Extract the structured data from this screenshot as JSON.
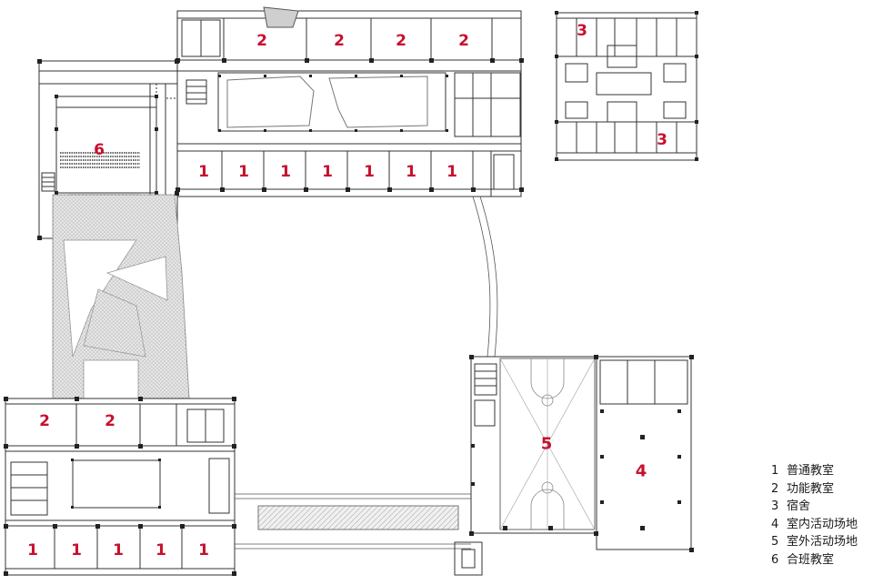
{
  "labels": {
    "l01": "2",
    "l02": "2",
    "l03": "2",
    "l04": "2",
    "l05": "1",
    "l06": "1",
    "l07": "1",
    "l08": "1",
    "l09": "1",
    "l10": "1",
    "l11": "1",
    "l12": "6",
    "l13": "3",
    "l14": "3",
    "l15": "2",
    "l16": "2",
    "l17": "5",
    "l18": "4",
    "l19": "1",
    "l20": "1",
    "l21": "1",
    "l22": "1",
    "l23": "1"
  },
  "legend": [
    {
      "key": "1",
      "text": "普通教室"
    },
    {
      "key": "2",
      "text": "功能教室"
    },
    {
      "key": "3",
      "text": "宿舍"
    },
    {
      "key": "4",
      "text": "室内活动场地"
    },
    {
      "key": "5",
      "text": "室外活动场地"
    },
    {
      "key": "6",
      "text": "合班教室"
    }
  ],
  "colors": {
    "label": "#c8102e",
    "wall": "#333333",
    "hatch": "#dcdcdc"
  }
}
